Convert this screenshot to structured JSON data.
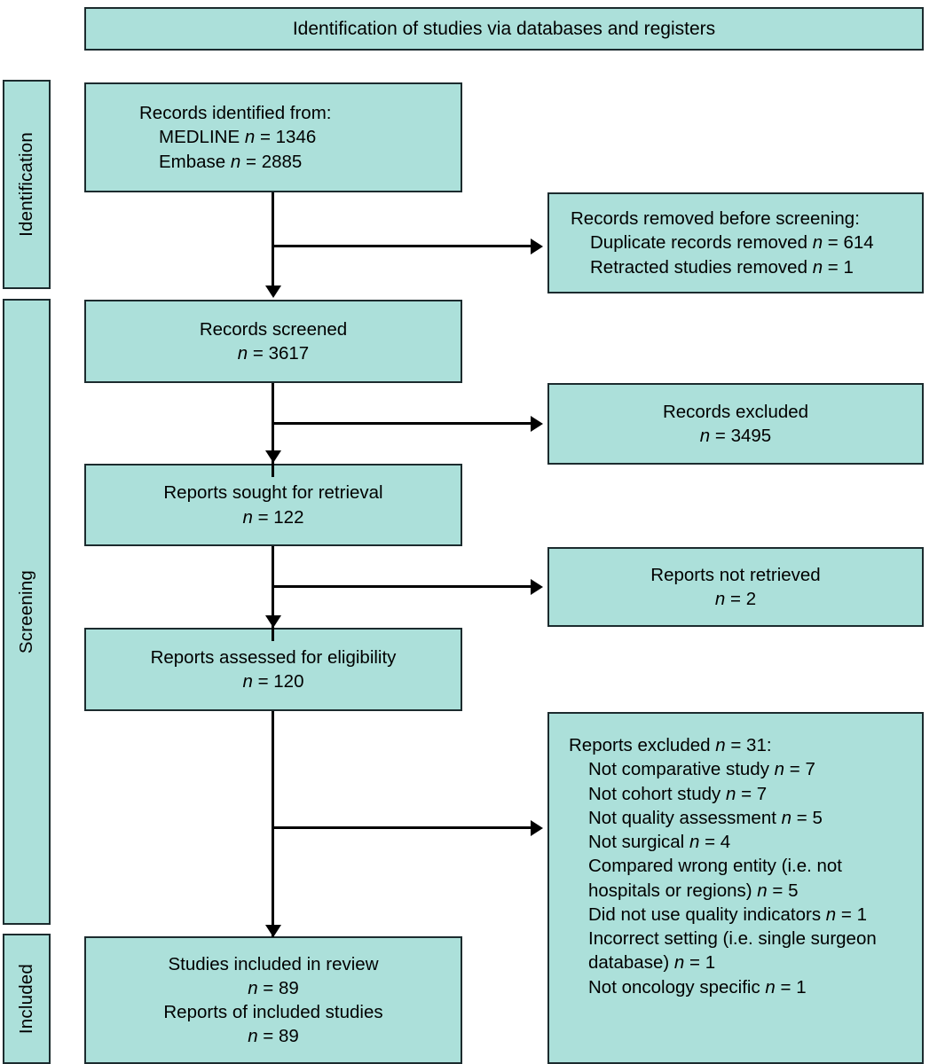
{
  "header": {
    "title": "Identification of studies via databases and registers"
  },
  "stages": [
    {
      "key": "identification",
      "label": "Identification"
    },
    {
      "key": "screening",
      "label": "Screening"
    },
    {
      "key": "included",
      "label": "Included"
    }
  ],
  "colors": {
    "box_fill": "#ace0da",
    "box_border": "#1c2b2e",
    "text": "#000000",
    "connector": "#000000",
    "background": "#ffffff"
  },
  "flow": {
    "records_identified": {
      "line1": "Records identified from:",
      "line2_label": "MEDLINE",
      "line2_n": "1346",
      "line3_label": "Embase",
      "line3_n": "2885"
    },
    "records_removed": {
      "line1": "Records removed before screening:",
      "line2_label": "Duplicate records removed",
      "line2_n": "614",
      "line3_label": "Retracted studies removed",
      "line3_n": "1"
    },
    "records_screened": {
      "line1": "Records screened",
      "n": "3617"
    },
    "records_excluded": {
      "line1": "Records excluded",
      "n": "3495"
    },
    "reports_sought": {
      "line1": "Reports sought for retrieval",
      "n": "122"
    },
    "reports_not_retrieved": {
      "line1": "Reports not retrieved",
      "n": "2"
    },
    "reports_assessed": {
      "line1": "Reports assessed for eligibility",
      "n": "120"
    },
    "reports_excluded": {
      "heading_label": "Reports excluded",
      "heading_n": "31",
      "heading_suffix": ":",
      "reasons": [
        {
          "label": "Not comparative study",
          "n": "7"
        },
        {
          "label": "Not cohort study",
          "n": "7"
        },
        {
          "label": "Not quality assessment",
          "n": "5"
        },
        {
          "label": "Not surgical",
          "n": "4"
        },
        {
          "label": "Compared wrong entity (i.e. not hospitals or regions)",
          "n": "5"
        },
        {
          "label": "Did not use quality indicators",
          "n": "1"
        },
        {
          "label": "Incorrect setting (i.e. single surgeon database)",
          "n": "1"
        },
        {
          "label": "Not oncology specific",
          "n": "1"
        }
      ]
    },
    "studies_included": {
      "line1": "Studies included in review",
      "n1": "89",
      "line2": "Reports of included studies",
      "n2": "89"
    }
  },
  "symbols": {
    "n_italic": "n",
    "equals": "="
  }
}
